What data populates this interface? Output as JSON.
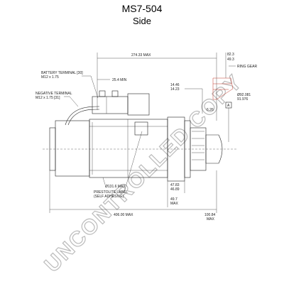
{
  "title": "MS7-504",
  "subtitle": "Side",
  "labels": {
    "battery_terminal": "BATTERY TERMINAL [30]",
    "battery_thread": "M12 x 1.75",
    "negative_terminal": "NEGATIVE TERMINAL",
    "negative_thread": "M12 x 1.75 [31]",
    "ring_gear": "RING GEAR",
    "prestolite_label": "PRESTOLITE LABEL",
    "self_adhesive": "(SELF ADHESIVE)",
    "dim_274": "274.33 MAX",
    "dim_254": "25.4 MIN",
    "dim_14_46": "14.46",
    "dim_14_23": "14.23",
    "dim_6_26": "6.26",
    "dim_82_3": "82.3",
    "dim_49_3": "49.3",
    "dim_92_081": "Ø92.081",
    "dim_91_976": "91.976",
    "dim_131_6": "Ø131.6 MAX",
    "dim_47_83": "47.83",
    "dim_46_89": "46.89",
    "dim_49_7": "49.7",
    "dim_49_7_max": "MAX",
    "dim_406": "406.00 MAX",
    "dim_100": "100.84",
    "dim_100_max": "MAX",
    "datum_a": "A",
    "watermark": "UNCONTROLLED COPY"
  },
  "colors": {
    "line": "#222222",
    "accent_red": "#c0392b",
    "watermark": "#bbbbbb"
  }
}
